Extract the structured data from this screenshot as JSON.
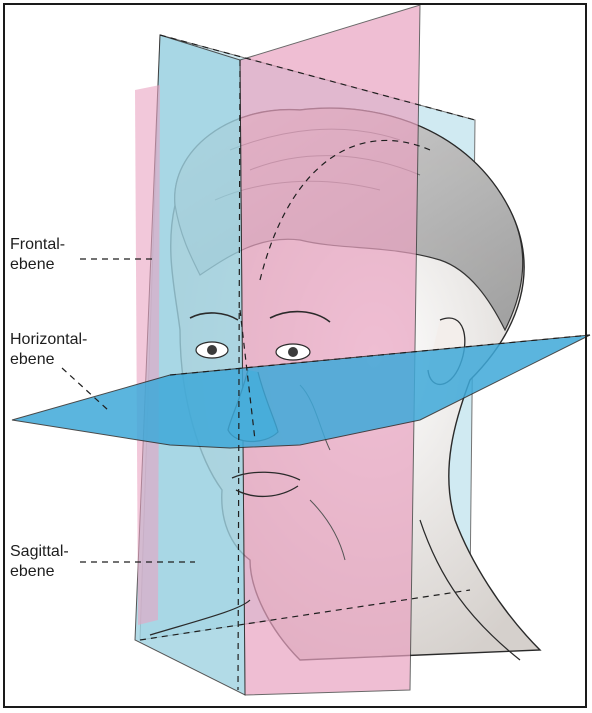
{
  "labels": {
    "frontal": {
      "line1": "Frontal-",
      "line2": "ebene"
    },
    "horizontal": {
      "line1": "Horizontal-",
      "line2": "ebene"
    },
    "sagittal": {
      "line1": "Sagittal-",
      "line2": "ebene"
    }
  },
  "colors": {
    "frontal_plane": "#9fd3e2",
    "sagittal_plane": "#e9a3c1",
    "horizontal_plane": "#3fa9d9",
    "outline": "#2a2a2a",
    "skin": "#f4f1ee"
  }
}
